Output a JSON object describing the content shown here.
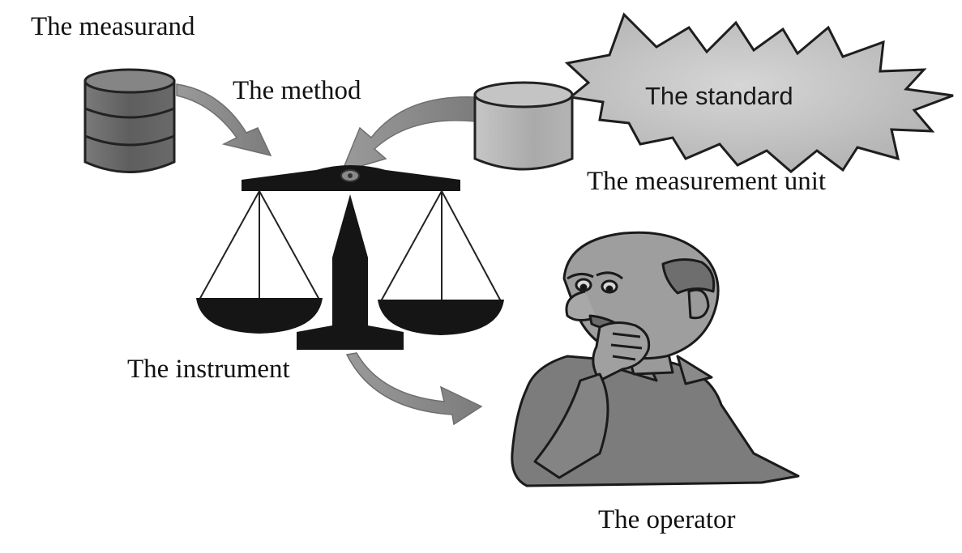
{
  "labels": {
    "measurand": "The measurand",
    "method": "The method",
    "standard": "The standard",
    "measurement_unit": "The measurement unit",
    "instrument": "The instrument",
    "operator": "The operator"
  },
  "colors": {
    "background": "#ffffff",
    "dark_cylinder": "#6d6d6d",
    "light_cylinder": "#b9b9b9",
    "arrow": "#8c8c8c",
    "balance": "#151515",
    "standard_burst": "#c8c8c8",
    "operator_skin": "#9a9a9a",
    "operator_shirt": "#7a7a7a"
  }
}
